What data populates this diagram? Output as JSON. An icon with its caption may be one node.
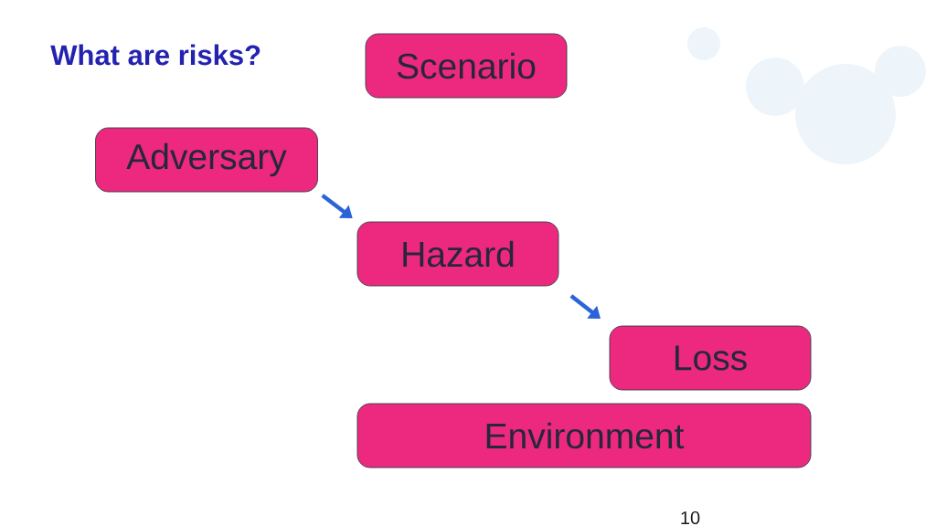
{
  "diagram": {
    "title": "What are risks?",
    "nodes": [
      {
        "text": [
          "Scenario"
        ]
      },
      {
        "text": [
          "Adversary"
        ]
      },
      {
        "text": [
          "Hazard"
        ]
      },
      {
        "text": [
          "Loss"
        ]
      },
      {
        "text": [
          "Environment"
        ]
      }
    ],
    "edges": [
      {
        "from": 1,
        "to": 2,
        "arrow": "to"
      },
      {
        "from": 2,
        "to": 3,
        "arrow": "to"
      }
    ],
    "labels": [
      "10"
    ]
  }
}
